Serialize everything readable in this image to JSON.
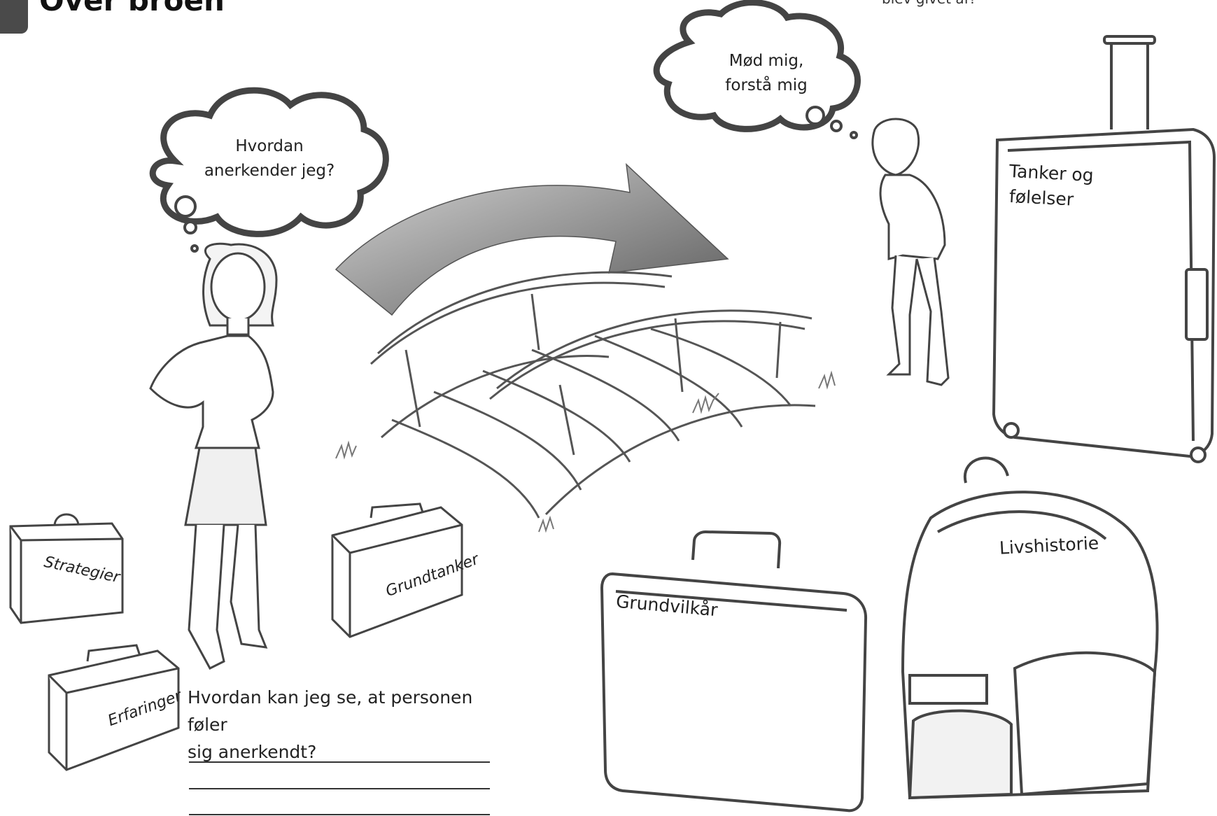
{
  "header": {
    "title": "Over broen",
    "top_note": "blev givet af?"
  },
  "thoughts": {
    "left": [
      "Hvordan",
      "anerkender jeg?"
    ],
    "right": [
      "Mød mig,",
      "forstå mig"
    ]
  },
  "luggage": {
    "strategier": "Strategier",
    "grundtanker": "Grundtanker",
    "erfaringer": "Erfaringer",
    "tanker_line1": "Tanker og",
    "tanker_line2": "følelser",
    "grundvilkaar": "Grundvilkår",
    "livshistorie": "Livshistorie"
  },
  "question": {
    "line1": "Hvordan kan jeg se, at personen føler",
    "line2": "sig anerkendt?"
  },
  "colors": {
    "badge": "#4a4a4a",
    "arrow_dark": "#5a5a5a",
    "arrow_light": "#d6d6d6",
    "sketch": "#444444"
  }
}
